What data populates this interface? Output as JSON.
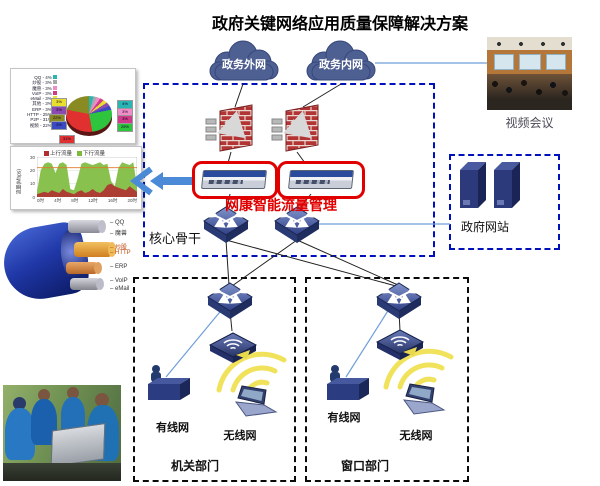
{
  "title": "政府关键网络应用质量保障解决方案",
  "clouds": {
    "extranet": "政务外网",
    "intranet": "政务内网"
  },
  "core": {
    "zone_label": "核心骨干",
    "device_caption": "网康智能流量管理"
  },
  "video": {
    "caption": "视频会议"
  },
  "website": {
    "caption": "政府网站"
  },
  "departments": [
    {
      "name": "机关部门",
      "wired": "有线网",
      "wireless": "无线网"
    },
    {
      "name": "窗口部门",
      "wired": "有线网",
      "wireless": "无线网"
    }
  ],
  "cable_labels": [
    "QQ",
    "魔兽",
    "炒股",
    "HTTP",
    "ERP",
    "VoIP",
    "eMail"
  ],
  "colors": {
    "accent_red": "#e00000",
    "dashed_blue": "#0011bb",
    "cloud_blue": "#4e5f92",
    "wifi_yellow": "#f1e25c",
    "link_blue": "#6f9fd8",
    "arrow_blue": "#4a8ad6"
  },
  "chart_data": [
    {
      "type": "pie",
      "title": "",
      "legend_position": "left",
      "slices": [
        {
          "label": "QQ",
          "value": 4,
          "color": "#2ab5b5"
        },
        {
          "label": "炒股",
          "value": 3,
          "color": "#a8a8a8"
        },
        {
          "label": "魔兽",
          "value": 3,
          "color": "#f08cc8"
        },
        {
          "label": "VoIP",
          "value": 3,
          "color": "#d03a8a"
        },
        {
          "label": "eMail",
          "value": 3,
          "color": "#e8df2e"
        },
        {
          "label": "其他",
          "value": 3,
          "color": "#8a4ab0"
        },
        {
          "label": "ERP",
          "value": 3,
          "color": "#3a4ac0"
        },
        {
          "label": "HTTP",
          "value": 25,
          "color": "#2ec43e"
        },
        {
          "label": "P2P",
          "value": 31,
          "color": "#e03030"
        },
        {
          "label": "视频",
          "value": 22,
          "color": "#8a8a22"
        }
      ]
    },
    {
      "type": "area",
      "title": "",
      "ylabel": "流量(Mbps)",
      "ylim": [
        0,
        30
      ],
      "y_ticks": [
        30,
        20,
        10,
        0
      ],
      "x_ticks": [
        "0时",
        "4时",
        "8时",
        "12时",
        "16时",
        "20时"
      ],
      "threshold": 22,
      "series": [
        {
          "name": "下行流量",
          "color": "#7cba3c",
          "values": [
            4,
            20,
            25,
            26,
            25,
            18,
            25,
            26,
            24,
            6,
            5,
            14,
            25,
            26,
            25,
            24,
            25,
            26,
            24,
            25,
            12,
            8,
            22,
            26,
            25,
            24,
            26,
            8
          ]
        },
        {
          "name": "上行流量",
          "color": "#b03030",
          "values": [
            2,
            3,
            4,
            3,
            5,
            4,
            3,
            6,
            4,
            3,
            2,
            4,
            5,
            3,
            4,
            6,
            4,
            3,
            5,
            9,
            10,
            8,
            7,
            6,
            5,
            8,
            6,
            4
          ]
        }
      ]
    }
  ]
}
